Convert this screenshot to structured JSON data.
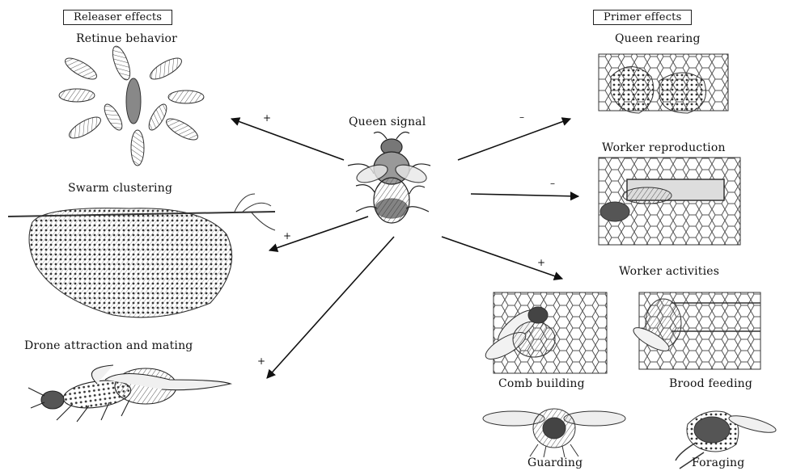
{
  "headings": {
    "releaser": "Releaser effects",
    "primer": "Primer effects"
  },
  "center": {
    "label": "Queen signal"
  },
  "releaser_effects": [
    {
      "label": "Retinue behavior",
      "sign": "+"
    },
    {
      "label": "Swarm clustering",
      "sign": "+"
    },
    {
      "label": "Drone attraction and mating",
      "sign": "+"
    }
  ],
  "primer_effects": [
    {
      "label": "Queen rearing",
      "sign": "–"
    },
    {
      "label": "Worker reproduction",
      "sign": "–"
    }
  ],
  "worker_activities": {
    "label": "Worker activities",
    "sign": "+",
    "items": [
      "Comb building",
      "Brood feeding",
      "Guarding",
      "Foraging"
    ]
  },
  "colors": {
    "ink": "#111111",
    "sketch": "#444444",
    "background": "#ffffff"
  }
}
